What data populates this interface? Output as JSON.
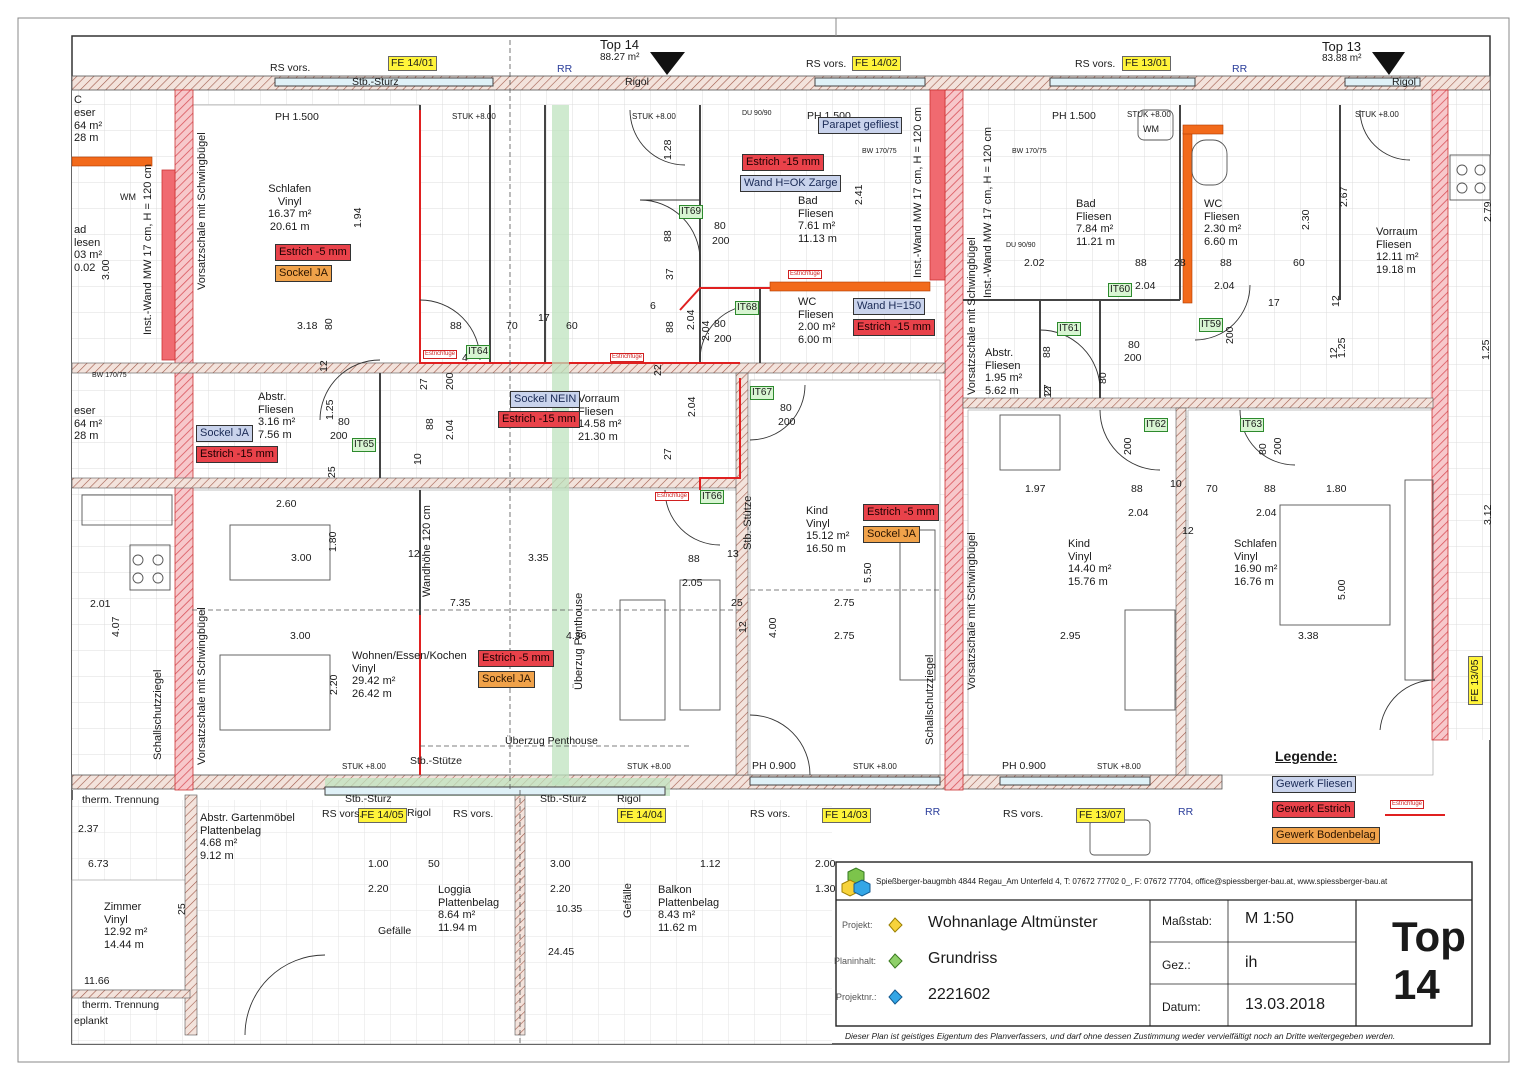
{
  "top_markers": {
    "top14": {
      "label": "Top 14",
      "area": "88.27 m²"
    },
    "top13": {
      "label": "Top 13",
      "area": "83.88 m²"
    }
  },
  "fe_labels": [
    "FE 14/01",
    "FE 14/02",
    "FE 13/01",
    "FE 14/05",
    "FE 14/04",
    "FE 14/03",
    "FE 13/07",
    "FE 13/05"
  ],
  "rr_label": "RR",
  "it_labels": [
    "IT69",
    "IT68",
    "IT64",
    "IT65",
    "IT67",
    "IT66",
    "IT60",
    "IT61",
    "IT59",
    "IT62",
    "IT63"
  ],
  "estrichfuge_label": "Estrichfuge",
  "rooms": {
    "schlafen14": {
      "name": "Schlafen",
      "floor": "Vinyl",
      "area": "16.37 m²",
      "perimeter": "20.61 m"
    },
    "bad14": {
      "name": "Bad",
      "floor": "Fliesen",
      "area": "7.61 m²",
      "perimeter": "11.13 m"
    },
    "wc14": {
      "name": "WC",
      "floor": "Fliesen",
      "area": "2.00 m²",
      "perimeter": "6.00 m"
    },
    "abstr14": {
      "name": "Abstr.",
      "floor": "Fliesen",
      "area": "3.16 m²",
      "perimeter": "7.56 m"
    },
    "vorraum14": {
      "name": "Vorraum",
      "floor": "Fliesen",
      "area": "14.58 m²",
      "perimeter": "21.30 m"
    },
    "kind14": {
      "name": "Kind",
      "floor": "Vinyl",
      "area": "15.12 m²",
      "perimeter": "16.50 m"
    },
    "wohnen14": {
      "name": "Wohnen/Essen/Kochen",
      "floor": "Vinyl",
      "area": "29.42 m²",
      "perimeter": "26.42 m"
    },
    "bad13": {
      "name": "Bad",
      "floor": "Fliesen",
      "area": "7.84 m²",
      "perimeter": "11.21 m"
    },
    "wc13": {
      "name": "WC",
      "floor": "Fliesen",
      "area": "2.30 m²",
      "perimeter": "6.60 m"
    },
    "vorraum13": {
      "name": "Vorraum",
      "floor": "Fliesen",
      "area": "12.11 m²",
      "perimeter": "19.18 m"
    },
    "abstr13": {
      "name": "Abstr.",
      "floor": "Fliesen",
      "area": "1.95 m²",
      "perimeter": "5.62 m"
    },
    "kind13": {
      "name": "Kind",
      "floor": "Vinyl",
      "area": "14.40 m²",
      "perimeter": "15.76 m"
    },
    "schlafen13": {
      "name": "Schlafen",
      "floor": "Vinyl",
      "area": "16.90 m²",
      "perimeter": "16.76 m"
    },
    "gartenmoebel": {
      "name": "Abstr. Gartenmöbel",
      "floor": "Plattenbelag",
      "area": "4.68 m²",
      "perimeter": "9.12 m"
    },
    "loggia": {
      "name": "Loggia",
      "floor": "Plattenbelag",
      "area": "8.64 m²",
      "perimeter": "11.94 m"
    },
    "balkon": {
      "name": "Balkon",
      "floor": "Plattenbelag",
      "area": "8.43 m²",
      "perimeter": "11.62 m"
    },
    "zimmer": {
      "name": "Zimmer",
      "floor": "Vinyl",
      "area": "12.92 m²",
      "perimeter": "14.44 m"
    }
  },
  "left_partial": {
    "c": "C",
    "wm": "WM",
    "ad": "ad",
    "fliesen_frag": "lesen",
    "bad_area": "03 m²",
    "bad_perim": "0.02",
    "eser1": "eser",
    "r1": "64 m²",
    "r2": "28 m",
    "eser2": "eser",
    "r3": "64 m²",
    "r4": "28 m",
    "therm1": "therm. Trennung",
    "therm2": "therm. Trennung",
    "eplankt": "eplankt"
  },
  "tags": {
    "estrich5": "Estrich -5 mm",
    "estrich15": "Estrich -15 mm",
    "sockel_ja": "Sockel JA",
    "sockel_nein": "Sockel NEIN",
    "wand_ok": "Wand H=OK Zarge",
    "wand150": "Wand H=150",
    "parapet": "Parapet gefliest"
  },
  "annotations": {
    "rs_vors": "RS vors.",
    "rigol": "Rigol",
    "stb_sturz": "Stb.-Sturz",
    "stb_stuetze": "Stb.-Stütze",
    "ph1500": "PH 1.500",
    "ph0900": "PH 0.900",
    "stuk": "STUK +8.00",
    "vorsatzschale": "Vorsatzschale mit Schwingbügel",
    "inst_wand": "Inst.-Wand MW 17 cm, H = 120 cm",
    "schallschutz": "Schallschutzziegel",
    "wandhoehe": "Wandhöhe 120 cm",
    "ueberzug": "Überzug Penthouse",
    "gefaelle": "Gefälle",
    "du": "DU 90/90",
    "bw": "BW 170/75",
    "wm": "WM"
  },
  "dims": [
    "3.18",
    "80",
    "1.94",
    "88",
    "70",
    "17",
    "60",
    "1.28",
    "2.41",
    "80",
    "200",
    "88",
    "37",
    "2.04",
    "6",
    "88",
    "2.04",
    "80",
    "200",
    "22",
    "12",
    "27",
    "4",
    "200",
    "1.25",
    "80",
    "200",
    "88",
    "2.04",
    "10",
    "27",
    "2.04",
    "80",
    "200",
    "25",
    "2.60",
    "3.00",
    "1.80",
    "3.35",
    "88",
    "2.05",
    "13",
    "25",
    "12",
    "7.35",
    "4.36",
    "3.00",
    "2.20",
    "5.50",
    "2.75",
    "4.00",
    "2.75",
    "12",
    "2.01",
    "4.07",
    "3.00",
    "2.02",
    "88",
    "28",
    "88",
    "2.67",
    "2.30",
    "60",
    "17",
    "12",
    "2.04",
    "2.04",
    "1.25",
    "1.25",
    "12",
    "88",
    "80",
    "200",
    "12",
    "27",
    "1.97",
    "88",
    "2.04",
    "70",
    "88",
    "1.80",
    "2.04",
    "10",
    "12",
    "3.12",
    "2.79",
    "2.95",
    "3.38",
    "5.00",
    "80",
    "200",
    "80",
    "200",
    "200"
  ],
  "lower_dims": [
    "2.37",
    "6.73",
    "1.00",
    "50",
    "3.00",
    "1.12",
    "2.00",
    "2.20",
    "2.20",
    "1.30",
    "10.35",
    "24.45",
    "25",
    "11.66"
  ],
  "legend": {
    "title": "Legende:",
    "fliesen": "Gewerk Fliesen",
    "estrich": "Gewerk Estrich",
    "boden": "Gewerk Bodenbelag",
    "fuge": "Estrichfuge"
  },
  "title_block": {
    "company": "Spießberger-baugmbh  4844 Regau_Am Unterfeld 4, T: 07672 77702 0_, F: 07672 77704, office@spiessberger-bau.at, www.spiessberger-bau.at",
    "projekt_label": "Projekt:",
    "projekt": "Wohnanlage Altmünster",
    "planinhalt_label": "Planinhalt:",
    "planinhalt": "Grundriss",
    "projektnr_label": "Projektnr.:",
    "projektnr": "2221602",
    "massstab_label": "Maßstab:",
    "massstab": "M 1:50",
    "gez_label": "Gez.:",
    "gez": "ih",
    "datum_label": "Datum:",
    "datum": "13.03.2018",
    "top_word": "Top",
    "top_num": "14",
    "disclaimer": "Dieser Plan ist geistiges Eigentum des Planverfassers, und darf ohne dessen Zustimmung weder vervielfältigt noch an Dritte weitergegeben werden."
  },
  "colors": {
    "estrich": "#e9424a",
    "sockel": "#f0a24a",
    "fliesen": "#c9d3ec",
    "fe": "#fff43a",
    "it": "#d8f5d2",
    "rr": "#2a3d9a",
    "wall_hatch": "#f2a9ad",
    "overlay": "#cfe9cf"
  }
}
